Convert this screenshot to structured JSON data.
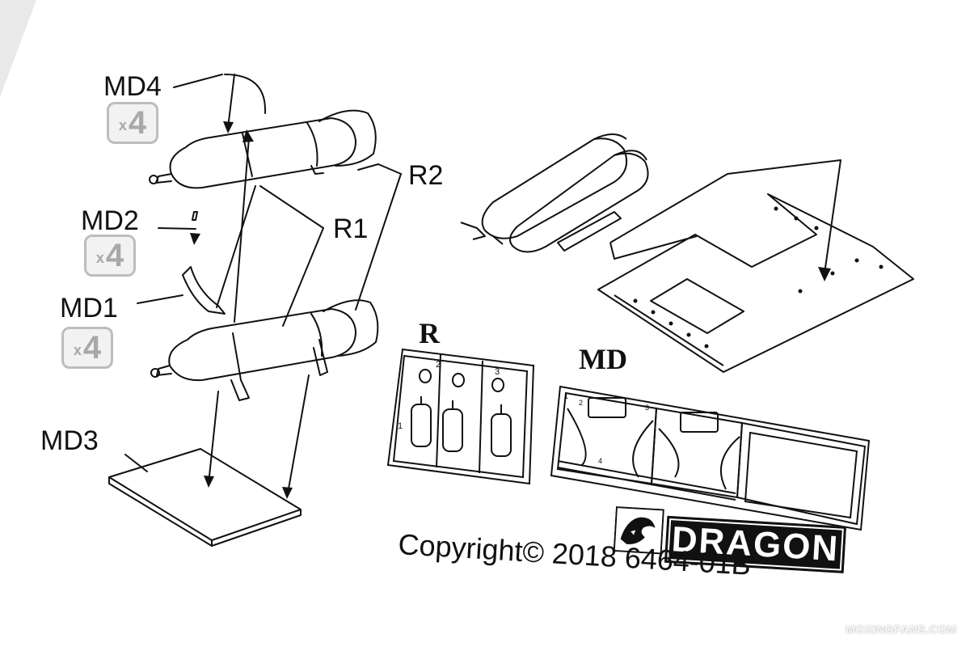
{
  "labels": {
    "md4": "MD4",
    "md2": "MD2",
    "md1": "MD1",
    "md3": "MD3",
    "r1": "R1",
    "r2": "R2"
  },
  "multipliers": {
    "md4": {
      "prefix": "x",
      "count": "4"
    },
    "md2": {
      "prefix": "x",
      "count": "4"
    },
    "md1": {
      "prefix": "x",
      "count": "4"
    }
  },
  "sprues": {
    "r": {
      "letter": "R",
      "part_numbers": [
        "1",
        "2",
        "3"
      ]
    },
    "md": {
      "letter": "MD",
      "part_numbers": [
        "1",
        "2",
        "3",
        "4"
      ]
    }
  },
  "footer": {
    "copyright": "Copyright© 2018  6464-01B",
    "brand": "DRAGON"
  },
  "watermark": {
    "text": "MOXINGFANS.COM",
    "icon": "paper-plane-icon"
  },
  "colors": {
    "paper": "#ffffff",
    "ink": "#111111",
    "multiplier_gray": "#a8a8a8"
  }
}
